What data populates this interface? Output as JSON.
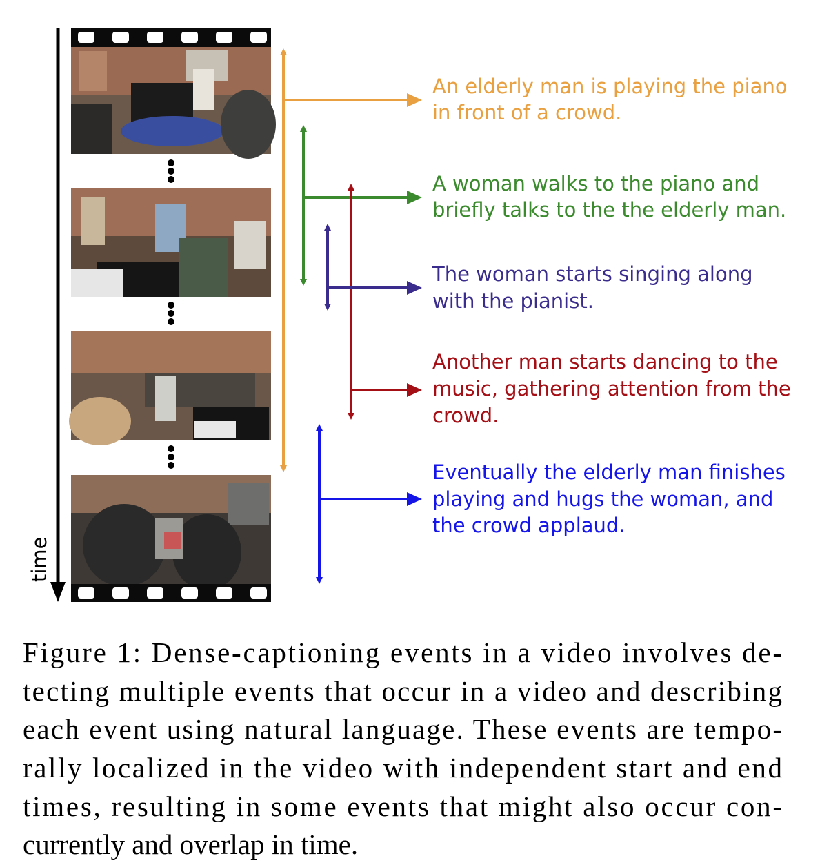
{
  "figure": {
    "time_label": "time",
    "events": [
      {
        "lines": [
          "An elderly man is playing the piano",
          "in front of a crowd."
        ],
        "color": "#E8A040"
      },
      {
        "lines": [
          "A woman walks to the piano and",
          "briefly talks to the the elderly man."
        ],
        "color": "#3C8A2E"
      },
      {
        "lines": [
          "The woman starts singing along",
          "with the pianist."
        ],
        "color": "#3A2C8C"
      },
      {
        "lines": [
          "Another man starts dancing to the",
          "music, gathering attention from the",
          "crowd."
        ],
        "color": "#A30F14"
      },
      {
        "lines": [
          "Eventually the elderly man finishes",
          "playing and hugs the woman, and",
          "the crowd applaud."
        ],
        "color": "#1515E8"
      }
    ]
  },
  "caption": {
    "lines": [
      "Figure 1: Dense-captioning events in a video involves de-",
      "tecting multiple events that occur in a video and describing",
      "each event using natural language. These events are tempo-",
      "rally localized in the video with independent start and end",
      "times, resulting in some events that might also occur con-",
      "currently and overlap in time."
    ]
  }
}
